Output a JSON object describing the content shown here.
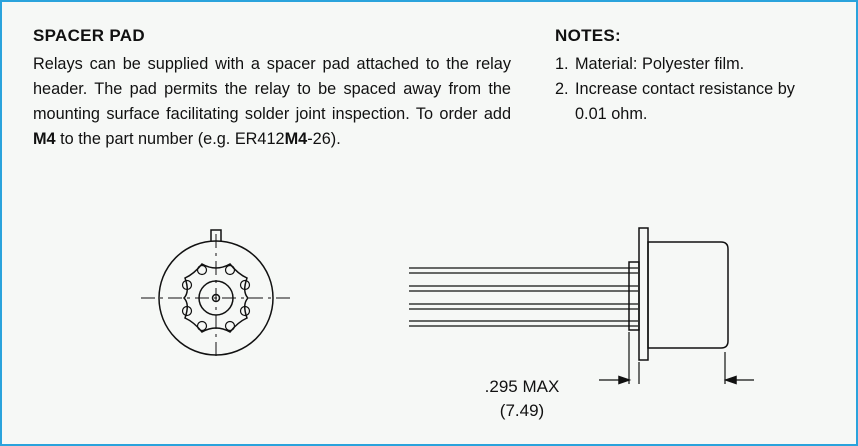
{
  "spacer_pad": {
    "heading": "SPACER PAD",
    "text_before": "Relays can be supplied with a spacer pad attached to the relay header. The pad permits the relay to be spaced away from the mounting surface facilitating solder joint inspection. To order add ",
    "order_code": "M4",
    "text_middle": " to the part number (e.g. ER412",
    "example_code": "M4",
    "text_after": "-26)."
  },
  "notes": {
    "heading": "NOTES:",
    "items": [
      {
        "number": "1.",
        "text": "Material: Polyester film."
      },
      {
        "number": "2.",
        "text": "Increase contact resistance by 0.01 ohm."
      }
    ]
  },
  "drawing": {
    "dimension_inch": ".295 MAX",
    "dimension_mm": "(7.49)"
  },
  "colors": {
    "border": "#2aa3dc",
    "background": "#f6f8f6"
  }
}
